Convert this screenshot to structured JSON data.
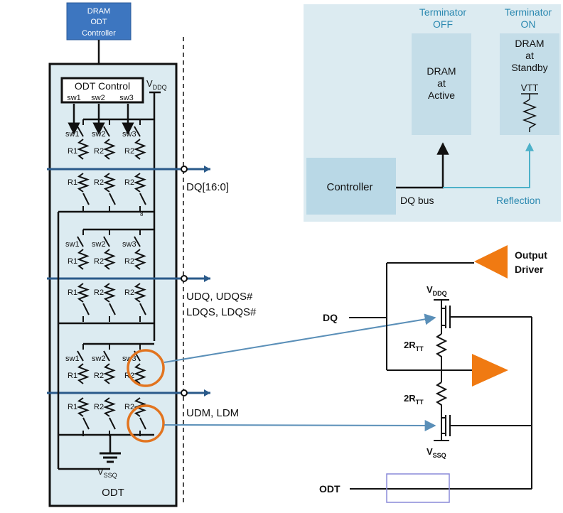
{
  "left_diagram": {
    "controller_box": [
      "DRAM",
      "ODT",
      "Controller"
    ],
    "odt_control": "ODT Control",
    "switches": [
      "sw1",
      "sw2",
      "sw3"
    ],
    "r1": "R1",
    "r2": "R2",
    "vddq_main": "V",
    "vddq_sub": "DDQ",
    "vssq_main": "V",
    "vssq_sub": "SSQ",
    "dq_label": "DQ[16:0]",
    "small_8": "8",
    "udq_line1": "UDQ, UDQS#",
    "udq_line2": "LDQS, LDQS#",
    "udm_label": "UDM, LDM",
    "odt_caption": "ODT"
  },
  "top_right": {
    "term_off_1": "Terminator",
    "term_off_2": "OFF",
    "term_on_1": "Terminator",
    "term_on_2": "ON",
    "dram_active": [
      "DRAM",
      "at",
      "Active"
    ],
    "dram_standby": [
      "DRAM",
      "at",
      "Standby"
    ],
    "vtt": "VTT",
    "controller": "Controller",
    "dq_bus": "DQ bus",
    "reflection": "Reflection"
  },
  "bottom_right": {
    "output_driver_1": "Output",
    "output_driver_2": "Driver",
    "dq": "DQ",
    "odt": "ODT",
    "vddq_main": "V",
    "vddq_sub": "DDQ",
    "vssq_main": "V",
    "vssq_sub": "SSQ",
    "rtt_top_main": "2R",
    "rtt_top_sub": "TT",
    "rtt_bot_main": "2R",
    "rtt_bot_sub": "TT"
  },
  "colors": {
    "panel_bg": "#dcebf1",
    "controller_blue": "#3d76c0",
    "inner_box": "#c4dde8",
    "teal": "#4db1c9",
    "highlight_orange": "#e2741f",
    "driver_orange": "#f07a12",
    "arrow_blue": "#5a8fb8"
  }
}
